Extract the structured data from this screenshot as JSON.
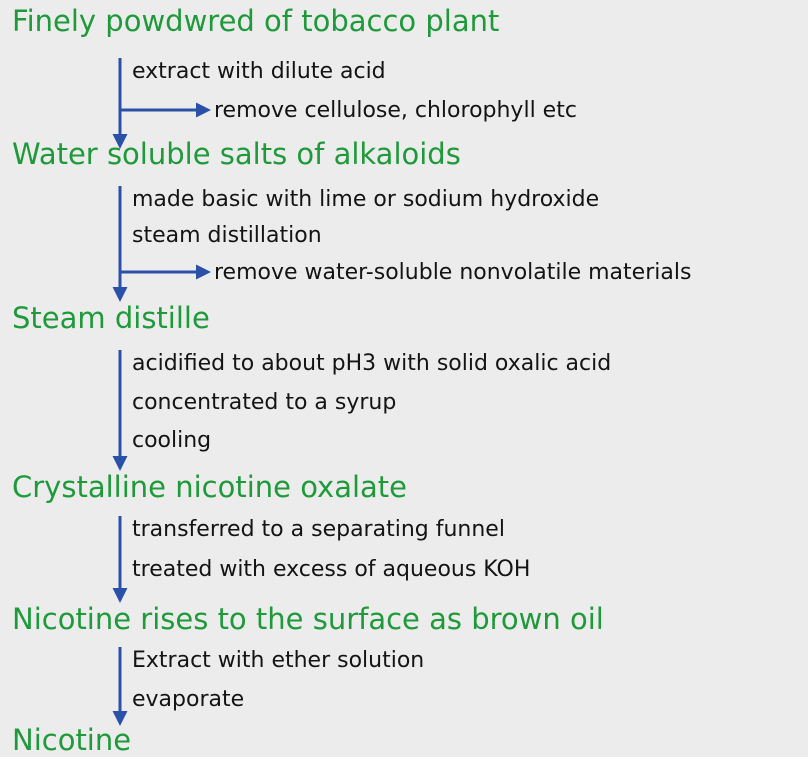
{
  "stages": [
    "Finely powdwred of tobacco plant",
    "Water soluble salts of alkaloids",
    "Steam distille",
    "Crystalline nicotine oxalate",
    "Nicotine rises to the surface as brown oil",
    "Nicotine"
  ],
  "transitions": [
    {
      "steps": [
        "extract with dilute acid"
      ],
      "removal": "remove cellulose, chlorophyll etc"
    },
    {
      "steps": [
        "made basic with lime or sodium hydroxide",
        "steam distillation"
      ],
      "removal": "remove water-soluble nonvolatile materials"
    },
    {
      "steps": [
        "acidified to about pH3 with solid oxalic acid",
        "concentrated to a syrup",
        "cooling"
      ]
    },
    {
      "steps": [
        "transferred to a separating funnel",
        "treated with excess of aqueous KOH"
      ]
    },
    {
      "steps": [
        "Extract with ether solution",
        "evaporate"
      ]
    }
  ],
  "colors": {
    "stage_text": "#1f9a3a",
    "step_text": "#141414",
    "arrow": "#2a50a8",
    "background": "#ececec"
  }
}
